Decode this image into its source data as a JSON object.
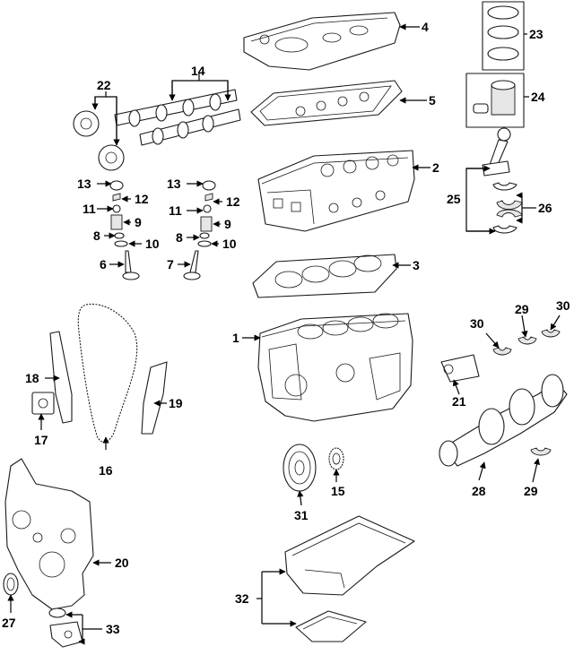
{
  "callouts": {
    "c1": "1",
    "c2": "2",
    "c3": "3",
    "c4": "4",
    "c5": "5",
    "c6": "6",
    "c7": "7",
    "c8a": "8",
    "c8b": "8",
    "c9a": "9",
    "c9b": "9",
    "c10a": "10",
    "c10b": "10",
    "c11a": "11",
    "c11b": "11",
    "c12a": "12",
    "c12b": "12",
    "c13a": "13",
    "c13b": "13",
    "c14": "14",
    "c15": "15",
    "c16": "16",
    "c17": "17",
    "c18": "18",
    "c19": "19",
    "c20": "20",
    "c21": "21",
    "c22": "22",
    "c23": "23",
    "c24": "24",
    "c25": "25",
    "c26": "26",
    "c27": "27",
    "c28": "28",
    "c29a": "29",
    "c29b": "29",
    "c30a": "30",
    "c30b": "30",
    "c31": "31",
    "c32": "32",
    "c33": "33"
  }
}
